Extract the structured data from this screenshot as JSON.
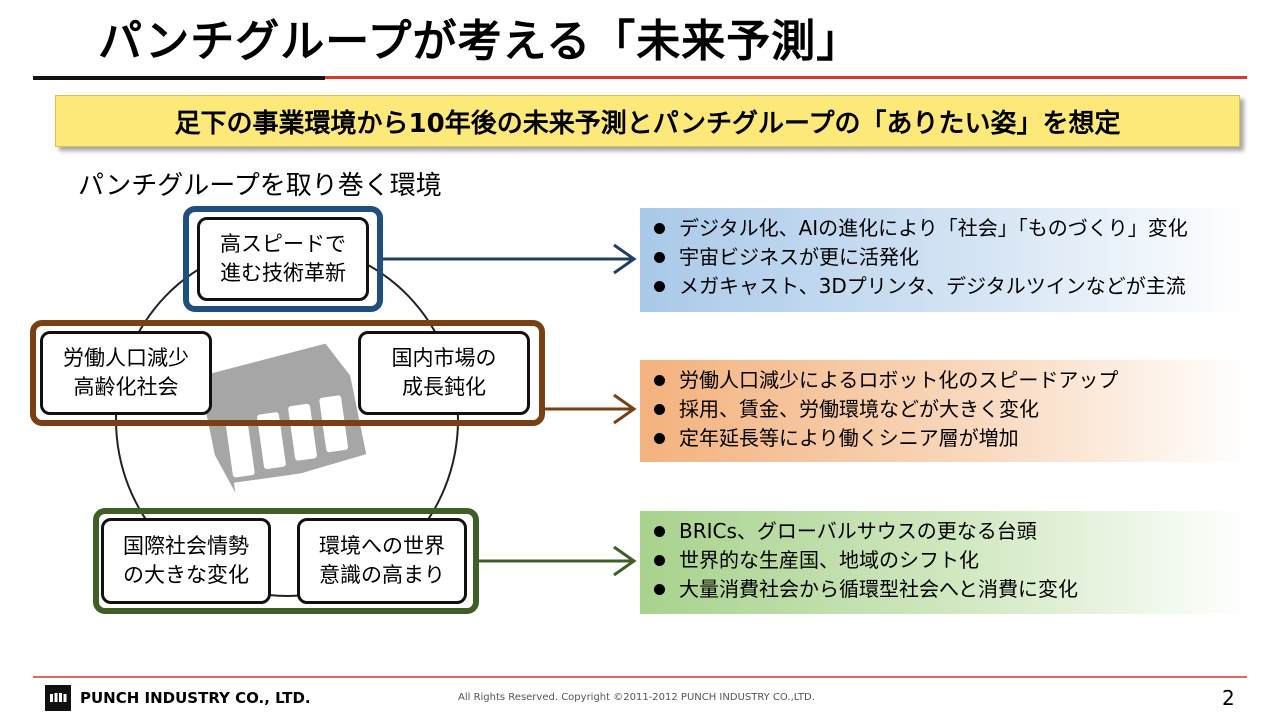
{
  "title": "パンチグループが考える「未来予測」",
  "banner": "足下の事業環境から10年後の未来予測とパンチグループの「ありたい姿」を想定",
  "subtitle": "パンチグループを取り巻く環境",
  "nodes": {
    "tech": [
      "高スピードで",
      "進む技術革新"
    ],
    "labor": [
      "労働人口減少",
      "高齢化社会"
    ],
    "domestic": [
      "国内市場の",
      "成長鈍化"
    ],
    "international": [
      "国際社会情勢",
      "の大きな変化"
    ],
    "environment": [
      "環境への世界",
      "意識の高まり"
    ]
  },
  "info_blue": [
    "デジタル化、AIの進化により「社会」「ものづくり」変化",
    "宇宙ビジネスが更に活発化",
    "メガキャスト、3Dプリンタ、デジタルツインなどが主流"
  ],
  "info_orange": [
    "労働人口減少によるロボット化のスピードアップ",
    "採用、賃金、労働環境などが大きく変化",
    "定年延長等により働くシニア層が増加"
  ],
  "info_green": [
    "BRICs、グローバルサウスの更なる台頭",
    "世界的な生産国、地域のシフト化",
    "大量消費社会から循環型社会へと消費に変化"
  ],
  "footer": {
    "company": "PUNCH INDUSTRY CO., LTD.",
    "copyright": "All Rights Reserved. Copyright ©2011-2012  PUNCH  INDUSTRY  CO.,LTD.",
    "page": "2"
  },
  "colors": {
    "title_rule_red": "#d9382a",
    "banner_bg": "#fde97a",
    "frame_blue": "#1f4f7f",
    "frame_brown": "#7a3f12",
    "frame_green": "#3e5f26"
  },
  "icons": {
    "watermark": "fist-icon",
    "logo": "punch-logo-icon",
    "arrows": "arrow-right-icon"
  }
}
